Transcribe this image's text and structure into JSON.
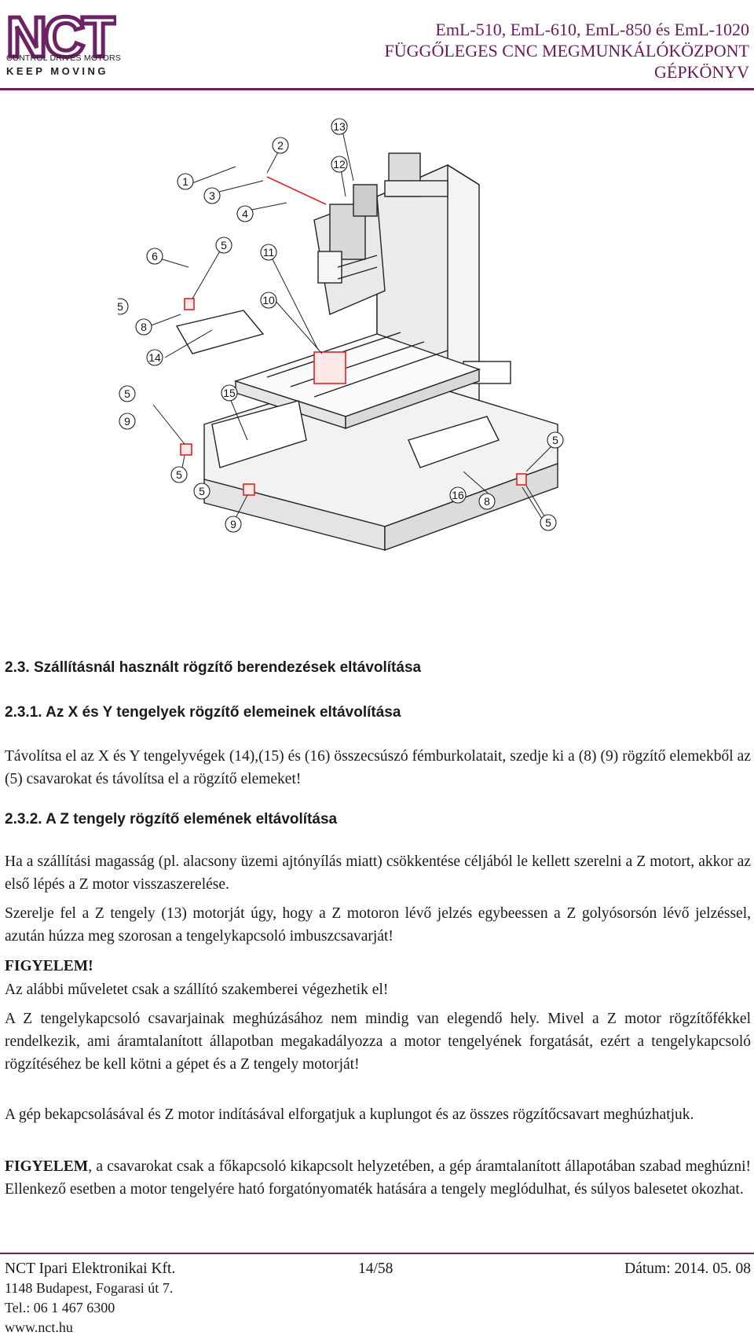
{
  "header": {
    "logo_text": "NCT",
    "logo_tagline": "CONTROL DRIVES MOTORS",
    "logo_slogan": "KEEP MOVING",
    "models": "EmL-510, EmL-610, EmL-850 és EmL-1020",
    "subtitle": "FÜGGŐLEGES CNC MEGMUNKÁLÓKÖZPONT",
    "doc_type": "GÉPKÖNYV",
    "brand_color": "#6e2266"
  },
  "figure": {
    "callouts": [
      "1",
      "2",
      "3",
      "4",
      "5",
      "6",
      "5",
      "8",
      "14",
      "11",
      "10",
      "12",
      "13",
      "5",
      "15",
      "9",
      "5",
      "5",
      "5",
      "9",
      "16",
      "8",
      "5"
    ]
  },
  "section": {
    "title": "2.3. Szállításnál használt rögzítő berendezések eltávolítása",
    "sub1_title": "2.3.1. Az X és Y tengelyek rögzítő elemeinek eltávolítása",
    "sub1_text": "Távolítsa el az X és Y tengelyvégek (14),(15) és (16) összecsúszó fémburkolatait, szedje ki a (8) (9) rögzítő elemekből az (5) csavarokat és távolítsa el a rögzítő elemeket!",
    "sub2_title": "2.3.2. A Z tengely rögzítő elemének eltávolítása",
    "p2": "Ha a szállítási magasság (pl. alacsony üzemi ajtónyílás miatt) csökkentése céljából le kellett szerelni a Z motort, akkor az első lépés a Z motor visszaszerelése.",
    "p3": "Szerelje fel a Z tengely (13) motorját úgy, hogy a Z motoron lévő jelzés egybeessen a Z golyósorsón lévő jelzéssel, azután húzza meg szorosan a tengelykapcsoló imbuszcsavarját!",
    "warning1": "FIGYELEM!",
    "p4": "Az alábbi műveletet csak a szállító szakemberei végezhetik el!",
    "p5": "A Z tengelykapcsoló csavarjainak meghúzásához nem mindig van elegendő hely. Mivel a Z motor rögzítőfékkel rendelkezik, ami áramtalanított állapotban megakadályozza a motor tengelyének forgatását, ezért a tengelykapcsoló rögzítéséhez be kell kötni a gépet és a Z tengely motorját!",
    "p6": "A gép bekapcsolásával és Z motor indításával elforgatjuk a kuplungot és az összes rögzítőcsavart meghúzhatjuk.",
    "p7_bold": "FIGYELEM",
    "p7_rest": ", a csavarokat csak a főkapcsoló kikapcsolt helyzetében, a gép áramtalanított állapotában szabad meghúzni! Ellenkező esetben a motor tengelyére ható forgatónyomaték hatására a tengely meglódulhat, és súlyos balesetet okozhat."
  },
  "footer": {
    "company": "NCT Ipari Elektronikai Kft.",
    "page": "14/58",
    "date": "Dátum: 2014. 05. 08",
    "address": "1148 Budapest, Fogarasi út 7.",
    "tel": "Tel.: 06 1 467 6300",
    "web": "www.nct.hu"
  }
}
